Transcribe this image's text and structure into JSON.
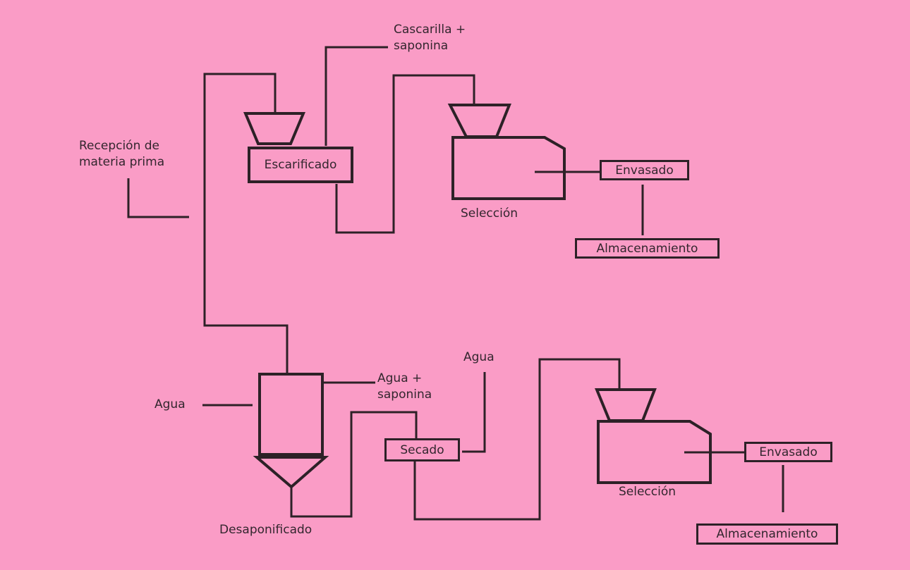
{
  "colors": {
    "background": "#fa9cc6",
    "line": "#2d2127",
    "text": "#33262e"
  },
  "diagram": {
    "top_flow": {
      "reception": {
        "line1": "Recepción de",
        "line2": "materia prima"
      },
      "escarificado": "Escarificado",
      "cascarilla": {
        "line1": "Cascarilla +",
        "line2": "saponina"
      },
      "seleccion": "Selección",
      "envasado": "Envasado",
      "almacenamiento": "Almacenamiento"
    },
    "bottom_flow": {
      "agua_left": "Agua",
      "desaponificado": "Desaponificado",
      "agua_saponina": {
        "line1": "Agua +",
        "line2": "saponina"
      },
      "agua_top": "Agua",
      "secado": "Secado",
      "seleccion": "Selección",
      "envasado": "Envasado",
      "almacenamiento": "Almacenamiento"
    }
  }
}
